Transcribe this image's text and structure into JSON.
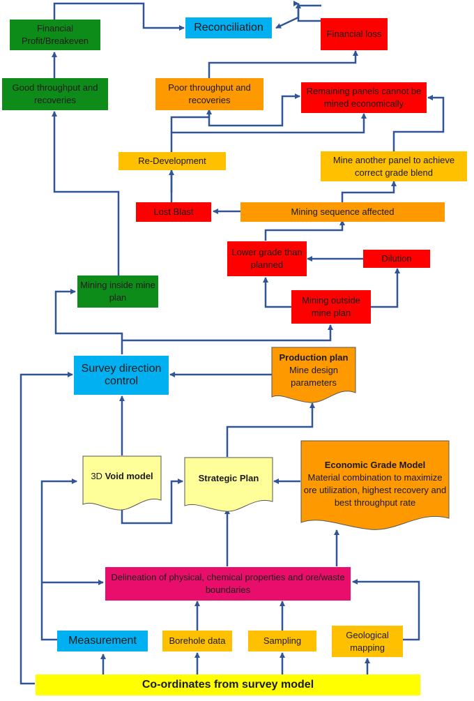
{
  "nodes": {
    "financial_profit": "Financial Profit/Breakeven",
    "reconciliation": "Reconciliation",
    "financial_loss": "Financial loss",
    "good_throughput": "Good throughput and recoveries",
    "poor_throughput": "Poor throughput and recoveries",
    "remaining_panels": "Remaining panels cannot be mined economically",
    "re_development": "Re-Development",
    "mine_another_panel": "Mine another panel to achieve correct grade blend",
    "lost_blast": "Lost Blast",
    "mining_sequence": "Mining sequence affected",
    "lower_grade": "Lower grade than planned",
    "dilution": "Dilution",
    "mining_inside": "Mining inside mine plan",
    "mining_outside": "Mining outside mine plan",
    "survey_direction": "Survey direction control",
    "production_plan_title": "Production plan",
    "production_plan_body": "Mine design parameters",
    "void_model_prefix": "3D",
    "void_model_bold": "Void model",
    "strategic_plan": "Strategic Plan",
    "economic_title": "Economic Grade Model",
    "economic_body": "Material combination to maximize ore utilization, highest recovery and best throughput rate",
    "delineation": "Delineation of physical, chemical properties and ore/waste boundaries",
    "measurement": "Measurement",
    "borehole": "Borehole data",
    "sampling": "Sampling",
    "geological": "Geological mapping",
    "coordinates": "Co-ordinates from survey model"
  },
  "colors": {
    "arrow": "#2f5597",
    "green": "#0e8c1a",
    "red": "#ff0000",
    "orange": "#ff9900",
    "light_orange": "#ffc000",
    "blue": "#00b0f0",
    "magenta": "#ea0e6c",
    "yellow": "#ffff00",
    "pale_yellow": "#ffff99"
  }
}
